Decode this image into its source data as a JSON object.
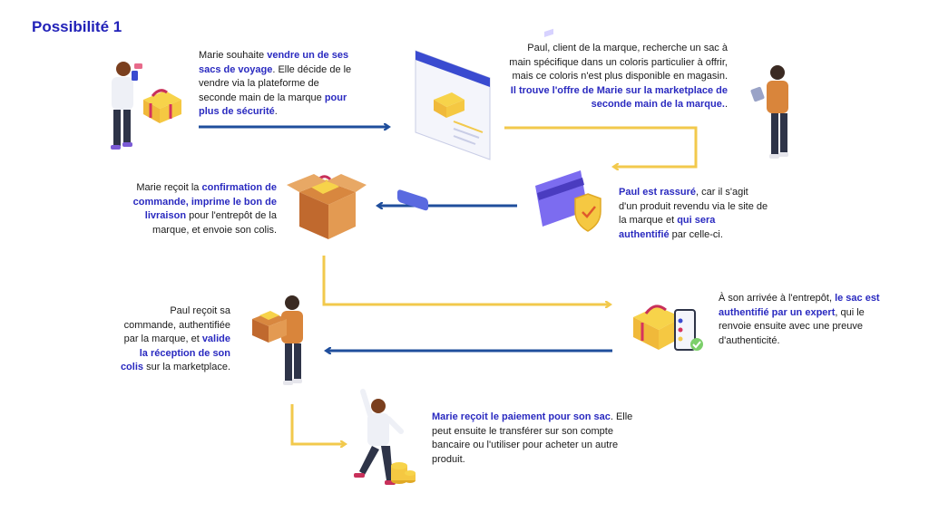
{
  "title": "Possibilité 1",
  "colors": {
    "accent_text": "#2a2ac0",
    "arrow_blue": "#1f4e9c",
    "arrow_yellow": "#f2c94c"
  },
  "steps": [
    {
      "id": "step1",
      "parts": [
        {
          "t": "Marie souhaite "
        },
        {
          "t": "vendre un de ses sacs de voyage",
          "b": true
        },
        {
          "t": ". Elle décide de le vendre via la plateforme de seconde main de la marque "
        },
        {
          "t": "pour plus de sécurité",
          "b": true
        },
        {
          "t": "."
        }
      ]
    },
    {
      "id": "step2",
      "parts": [
        {
          "t": "Paul, client de la marque, recherche un sac à main spécifique dans un coloris particulier à offrir, mais ce coloris n'est plus disponible en magasin. "
        },
        {
          "t": "Il trouve l'offre de Marie sur la marketplace de seconde main de la marque.",
          "b": true
        },
        {
          "t": "."
        }
      ]
    },
    {
      "id": "step3",
      "parts": [
        {
          "t": "Paul est rassuré",
          "b": true
        },
        {
          "t": ", car il s'agit d'un produit revendu via le site de la marque et "
        },
        {
          "t": "qui sera authentifié",
          "b": true
        },
        {
          "t": " par celle-ci."
        }
      ]
    },
    {
      "id": "step4",
      "parts": [
        {
          "t": "Marie reçoit la "
        },
        {
          "t": "confirmation de commande, imprime le bon de livraison",
          "b": true
        },
        {
          "t": " pour l'entrepôt de la marque, et envoie son colis."
        }
      ]
    },
    {
      "id": "step5",
      "parts": [
        {
          "t": "À son arrivée à l'entrepôt, "
        },
        {
          "t": "le sac est authentifié par un expert",
          "b": true
        },
        {
          "t": ", qui le renvoie ensuite avec une preuve d'authenticité."
        }
      ]
    },
    {
      "id": "step6",
      "parts": [
        {
          "t": "Paul reçoit sa commande, authentifiée par la marque, et "
        },
        {
          "t": "valide la réception de son colis",
          "b": true
        },
        {
          "t": " sur la marketplace."
        }
      ]
    },
    {
      "id": "step7",
      "parts": [
        {
          "t": "Marie reçoit le paiement pour son sac",
          "b": true
        },
        {
          "t": ". Elle peut ensuite le transférer sur son compte bancaire ou l'utiliser pour acheter un autre produit."
        }
      ]
    }
  ]
}
